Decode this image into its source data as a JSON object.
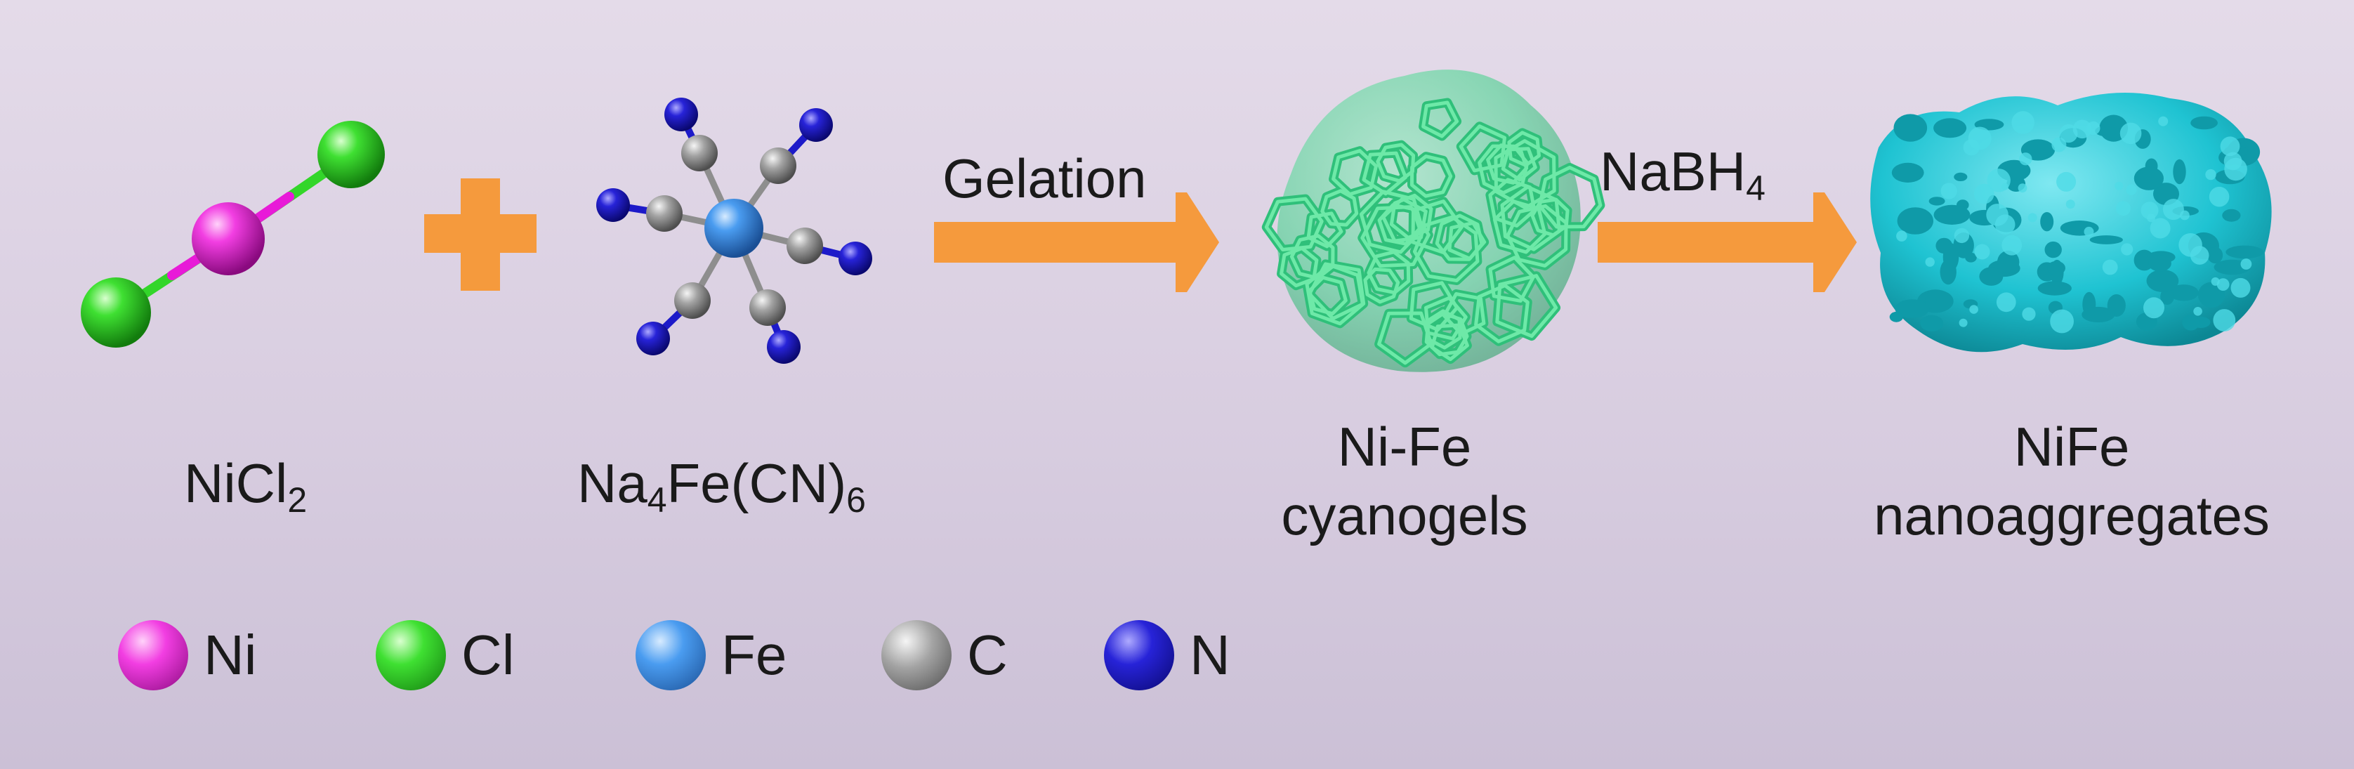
{
  "colors": {
    "Ni": "#e81ad8",
    "Cl": "#33d62a",
    "Fe": "#3d8fe6",
    "C": "#8e8e8e",
    "N": "#1d1ac9",
    "arrow": "#f59a3d",
    "cyanogel": "#3fd48a",
    "nanoaggregate": "#1fc3d2"
  },
  "reactants": {
    "nicl2": {
      "base": "NiCl",
      "sub": "2"
    },
    "na4fecn6": {
      "base1": "Na",
      "sub1": "4",
      "base2": "Fe(CN)",
      "sub2": "6"
    }
  },
  "steps": {
    "gelation": {
      "label": "Gelation"
    },
    "reduction": {
      "base": "NaBH",
      "sub": "4"
    }
  },
  "products": {
    "cyanogels": {
      "line1": "Ni-Fe",
      "line2": "cyanogels"
    },
    "nanoaggregates": {
      "line1": "NiFe",
      "line2": "nanoaggregates"
    }
  },
  "legend": [
    {
      "element": "Ni",
      "label": "Ni",
      "icon": "magenta-sphere"
    },
    {
      "element": "Cl",
      "label": "Cl",
      "icon": "green-sphere"
    },
    {
      "element": "Fe",
      "label": "Fe",
      "icon": "blue-sphere"
    },
    {
      "element": "C",
      "label": "C",
      "icon": "gray-sphere"
    },
    {
      "element": "N",
      "label": "N",
      "icon": "dark-blue-sphere"
    }
  ]
}
